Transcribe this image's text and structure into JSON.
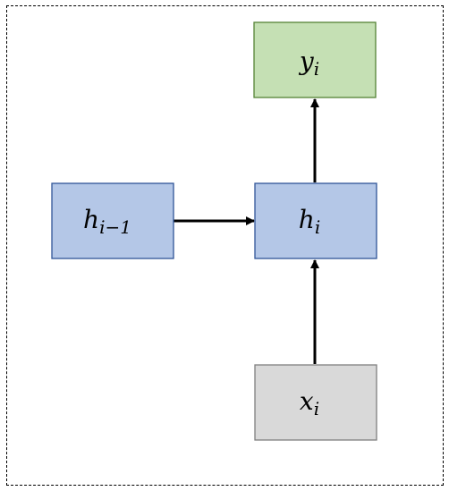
{
  "nodes": {
    "y": {
      "base": "y",
      "sub": "i",
      "fill": "#c5e0b4",
      "stroke": "#548235"
    },
    "h": {
      "base": "h",
      "sub": "i",
      "fill": "#b4c7e7",
      "stroke": "#2f5597"
    },
    "h_prev": {
      "base": "h",
      "sub": "i−1",
      "fill": "#b4c7e7",
      "stroke": "#2f5597"
    },
    "x": {
      "base": "x",
      "sub": "i",
      "fill": "#d9d9d9",
      "stroke": "#7f7f7f"
    }
  },
  "edges": [
    {
      "from": "h_prev",
      "to": "h"
    },
    {
      "from": "x",
      "to": "h"
    },
    {
      "from": "h",
      "to": "y"
    }
  ]
}
